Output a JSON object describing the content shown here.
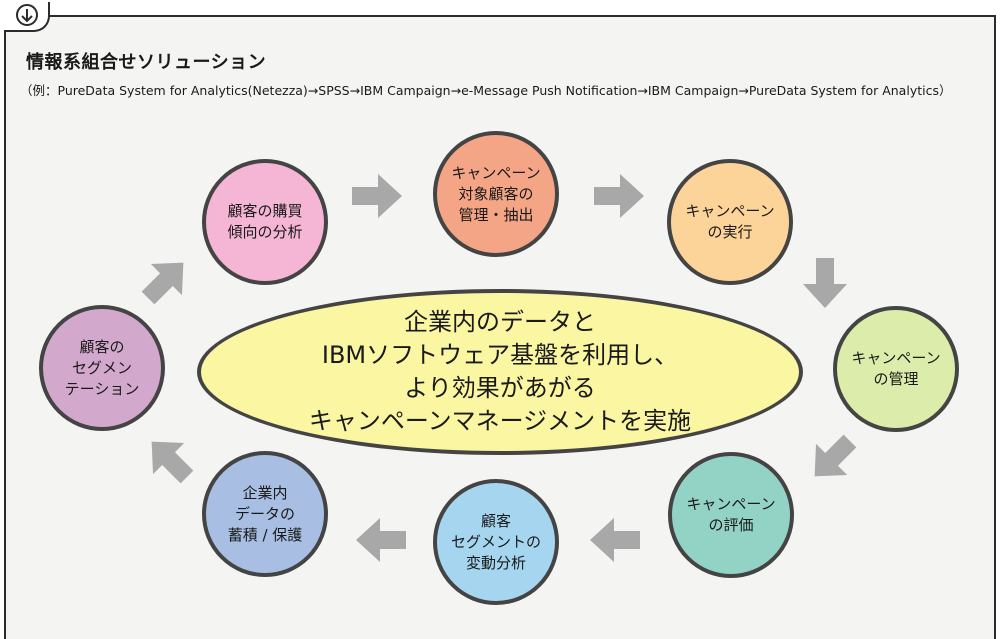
{
  "header": {
    "title": "情報系組合せソリューション",
    "subtitle": "（例：PureData System for Analytics(Netezza)→SPSS→IBM Campaign→e-Message Push Notification→IBM Campaign→PureData System for Analytics）"
  },
  "center": {
    "text": "企業内のデータと\nIBMソフトウェア基盤を利用し、\nより効果があがる\nキャンペーンマネージメントを実施",
    "color": "#fbf6a1"
  },
  "cycle": [
    {
      "id": "purchase-analysis",
      "label": "顧客の購買\n傾向の分析",
      "color": "#f5b6d6"
    },
    {
      "id": "target-extraction",
      "label": "キャンペーン\n対象顧客の\n管理・抽出",
      "color": "#f4a586"
    },
    {
      "id": "campaign-execution",
      "label": "キャンペーン\nの実行",
      "color": "#fcd49a"
    },
    {
      "id": "campaign-management",
      "label": "キャンペーン\nの管理",
      "color": "#dcecaa"
    },
    {
      "id": "campaign-evaluation",
      "label": "キャンペーン\nの評価",
      "color": "#93d3c6"
    },
    {
      "id": "segment-change-analysis",
      "label": "顧客\nセグメントの\n変動分析",
      "color": "#a6d6ef"
    },
    {
      "id": "data-storage-protection",
      "label": "企業内\nデータの\n蓄積 / 保護",
      "color": "#a8bfe3"
    },
    {
      "id": "customer-segmentation",
      "label": "顧客の\nセグメン\nテーション",
      "color": "#d2a9cc"
    }
  ],
  "colors": {
    "border": "#444444",
    "arrow": "#a8a8a8",
    "panel": "#f4f4f2"
  },
  "icons": {
    "corner": "arrow-down-circle-icon",
    "flow": "block-arrow-icon"
  }
}
